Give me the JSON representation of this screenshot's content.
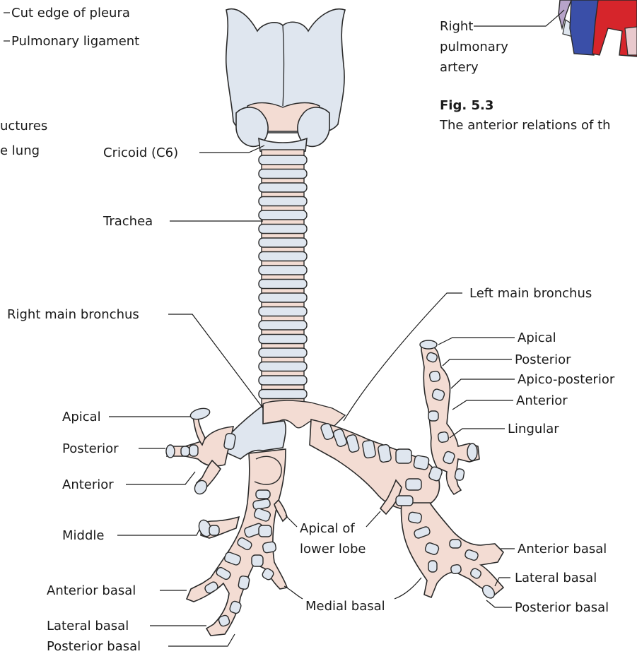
{
  "top_left": {
    "cut_edge": "Cut edge of pleura",
    "pulmonary_ligament": "Pulmonary ligament",
    "structures_line1": "uctures",
    "structures_line2": "e lung"
  },
  "top_right": {
    "artery_line1": "Right",
    "artery_line2": "pulmonary",
    "artery_line3": "artery",
    "fig_number": "Fig. 5.3",
    "fig_caption": "The anterior relations of th",
    "colors": {
      "vein": "#3a4fa8",
      "artery": "#d6252b",
      "purple": "#b7a3c9"
    }
  },
  "labels": {
    "cricoid": "Cricoid (C6)",
    "trachea": "Trachea",
    "right_main_bronchus": "Right main bronchus",
    "left_main_bronchus": "Left main bronchus",
    "right": {
      "apical": "Apical",
      "posterior": "Posterior",
      "anterior": "Anterior",
      "middle": "Middle",
      "anterior_basal": "Anterior basal",
      "lateral_basal": "Lateral basal",
      "posterior_basal": "Posterior basal"
    },
    "center": {
      "apical_lower_1": "Apical of",
      "apical_lower_2": "lower lobe",
      "medial_basal": "Medial basal"
    },
    "left": {
      "apical": "Apical",
      "posterior": "Posterior",
      "apico_posterior": "Apico-posterior",
      "anterior": "Anterior",
      "lingular": "Lingular",
      "anterior_basal": "Anterior basal",
      "lateral_basal": "Lateral basal",
      "posterior_basal": "Posterior basal"
    }
  },
  "colors": {
    "cartilage": "#dfe6ef",
    "membrane": "#f3dcd3",
    "outline": "#2a2a2a"
  }
}
